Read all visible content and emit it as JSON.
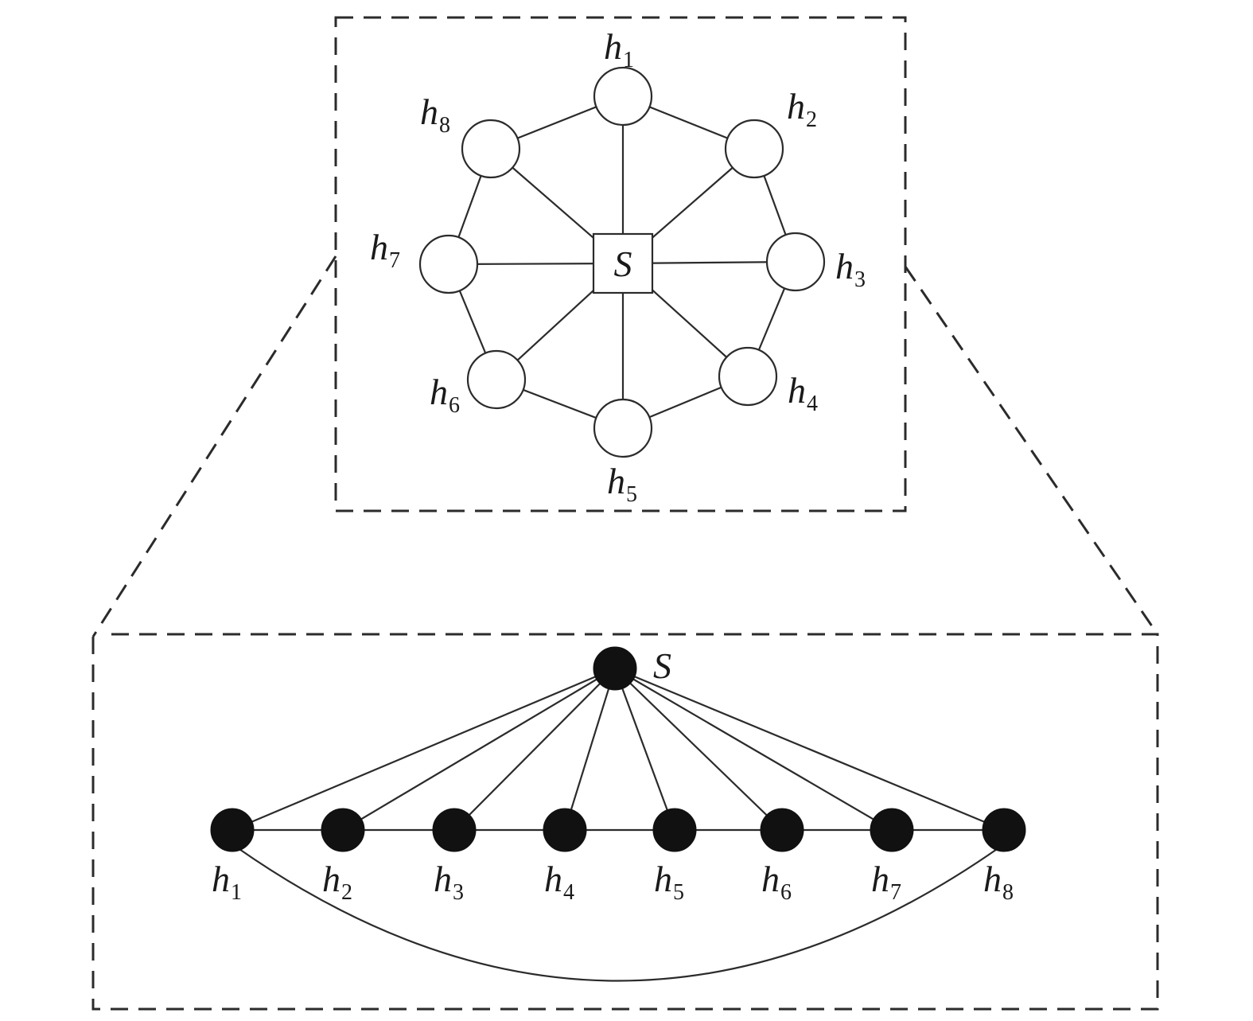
{
  "top_graph": {
    "center": {
      "id": "S",
      "label": "S"
    },
    "nodes": [
      {
        "id": "h1",
        "main": "h",
        "sub": "1"
      },
      {
        "id": "h2",
        "main": "h",
        "sub": "2"
      },
      {
        "id": "h3",
        "main": "h",
        "sub": "3"
      },
      {
        "id": "h4",
        "main": "h",
        "sub": "4"
      },
      {
        "id": "h5",
        "main": "h",
        "sub": "5"
      },
      {
        "id": "h6",
        "main": "h",
        "sub": "6"
      },
      {
        "id": "h7",
        "main": "h",
        "sub": "7"
      },
      {
        "id": "h8",
        "main": "h",
        "sub": "8"
      }
    ],
    "edges": [
      [
        "h1",
        "h2"
      ],
      [
        "h2",
        "h3"
      ],
      [
        "h3",
        "h4"
      ],
      [
        "h4",
        "h5"
      ],
      [
        "h5",
        "h6"
      ],
      [
        "h6",
        "h7"
      ],
      [
        "h7",
        "h8"
      ],
      [
        "h8",
        "h1"
      ],
      [
        "S",
        "h1"
      ],
      [
        "S",
        "h2"
      ],
      [
        "S",
        "h3"
      ],
      [
        "S",
        "h4"
      ],
      [
        "S",
        "h5"
      ],
      [
        "S",
        "h6"
      ],
      [
        "S",
        "h7"
      ],
      [
        "S",
        "h8"
      ]
    ]
  },
  "bottom_graph": {
    "hub": {
      "id": "S",
      "label": "S"
    },
    "nodes": [
      {
        "id": "h1",
        "main": "h",
        "sub": "1"
      },
      {
        "id": "h2",
        "main": "h",
        "sub": "2"
      },
      {
        "id": "h3",
        "main": "h",
        "sub": "3"
      },
      {
        "id": "h4",
        "main": "h",
        "sub": "4"
      },
      {
        "id": "h5",
        "main": "h",
        "sub": "5"
      },
      {
        "id": "h6",
        "main": "h",
        "sub": "6"
      },
      {
        "id": "h7",
        "main": "h",
        "sub": "7"
      },
      {
        "id": "h8",
        "main": "h",
        "sub": "8"
      }
    ],
    "edges": [
      [
        "h1",
        "h2"
      ],
      [
        "h2",
        "h3"
      ],
      [
        "h3",
        "h4"
      ],
      [
        "h4",
        "h5"
      ],
      [
        "h5",
        "h6"
      ],
      [
        "h6",
        "h7"
      ],
      [
        "h7",
        "h8"
      ],
      [
        "S",
        "h1"
      ],
      [
        "S",
        "h2"
      ],
      [
        "S",
        "h3"
      ],
      [
        "S",
        "h4"
      ],
      [
        "S",
        "h5"
      ],
      [
        "S",
        "h6"
      ],
      [
        "S",
        "h7"
      ],
      [
        "S",
        "h8"
      ]
    ],
    "arc_edges": [
      [
        "h1",
        "h8"
      ]
    ]
  }
}
